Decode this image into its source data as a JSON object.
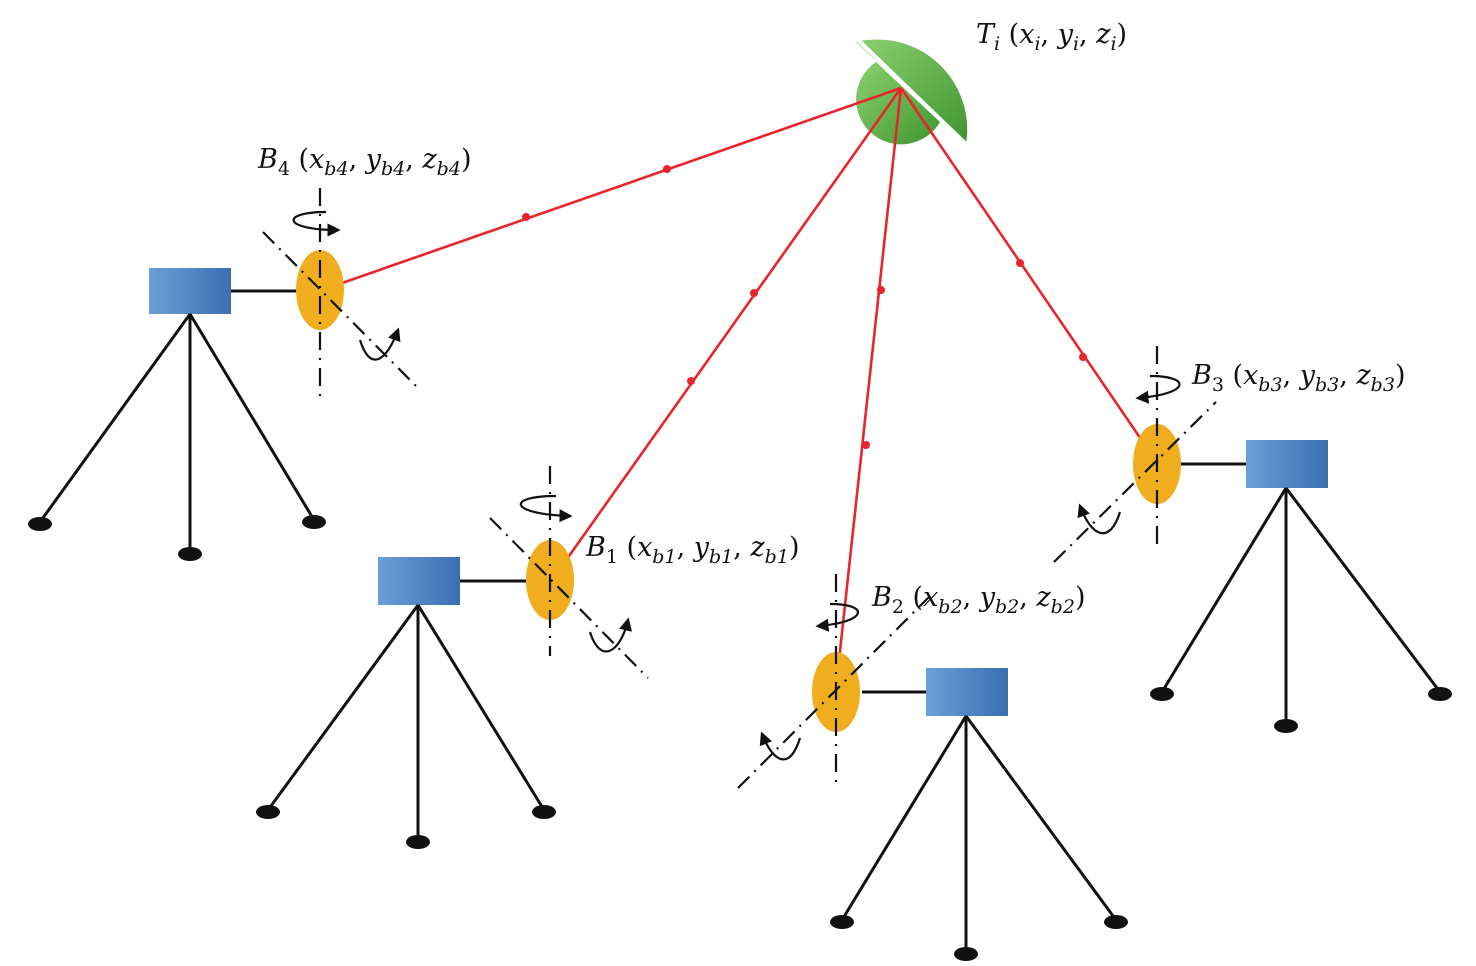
{
  "target": {
    "name": "T",
    "sub": "i",
    "coords": [
      {
        "var": "x",
        "sub": "i"
      },
      {
        "var": "y",
        "sub": "i"
      },
      {
        "var": "z",
        "sub": "i"
      }
    ]
  },
  "stations": [
    {
      "id": "b1",
      "name": "B",
      "sub": "1",
      "coords": [
        {
          "var": "x",
          "sub": "b1"
        },
        {
          "var": "y",
          "sub": "b1"
        },
        {
          "var": "z",
          "sub": "b1"
        }
      ]
    },
    {
      "id": "b2",
      "name": "B",
      "sub": "2",
      "coords": [
        {
          "var": "x",
          "sub": "b2"
        },
        {
          "var": "y",
          "sub": "b2"
        },
        {
          "var": "z",
          "sub": "b2"
        }
      ]
    },
    {
      "id": "b3",
      "name": "B",
      "sub": "3",
      "coords": [
        {
          "var": "x",
          "sub": "b3"
        },
        {
          "var": "y",
          "sub": "b3"
        },
        {
          "var": "z",
          "sub": "b3"
        }
      ]
    },
    {
      "id": "b4",
      "name": "B",
      "sub": "4",
      "coords": [
        {
          "var": "x",
          "sub": "b4"
        },
        {
          "var": "y",
          "sub": "b4"
        },
        {
          "var": "z",
          "sub": "b4"
        }
      ]
    }
  ],
  "colors": {
    "beam": "#e8242c",
    "tracker_head": "#f0ad1e",
    "instrument_body": "#4a82c4",
    "target_sphere": "#5aaa44",
    "stand": "#111111"
  }
}
